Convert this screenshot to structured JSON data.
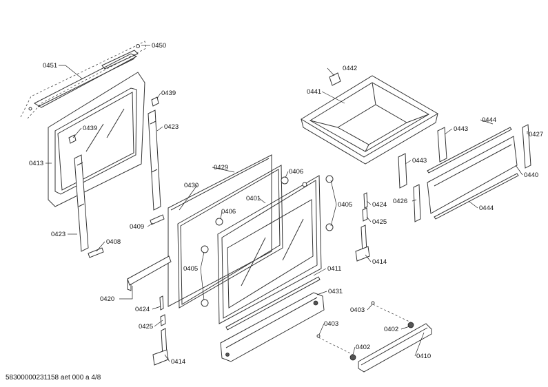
{
  "document_id": "58300000231158 aet 000 a 4/8",
  "part_labels": {
    "p0451": "0451",
    "p0450": "0450",
    "p0439a": "0439",
    "p0439b": "0439",
    "p0423a": "0423",
    "p0423b": "0423",
    "p0413": "0413",
    "p0409": "0409",
    "p0408": "0408",
    "p0429": "0429",
    "p0430": "0430",
    "p0406a": "0406",
    "p0406b": "0406",
    "p0401": "0401",
    "p0405a": "0405",
    "p0405b": "0405",
    "p0420": "0420",
    "p0424a": "0424",
    "p0424b": "0424",
    "p0425a": "0425",
    "p0425b": "0425",
    "p0414a": "0414",
    "p0414b": "0414",
    "p0411": "0411",
    "p0431": "0431",
    "p0442": "0442",
    "p0441": "0441",
    "p0443a": "0443",
    "p0443b": "0443",
    "p0444a": "0444",
    "p0444b": "0444",
    "p0427": "0427",
    "p0440": "0440",
    "p0426": "0426",
    "p0403a": "0403",
    "p0403b": "0403",
    "p0402a": "0402",
    "p0402b": "0402",
    "p0410": "0410"
  }
}
